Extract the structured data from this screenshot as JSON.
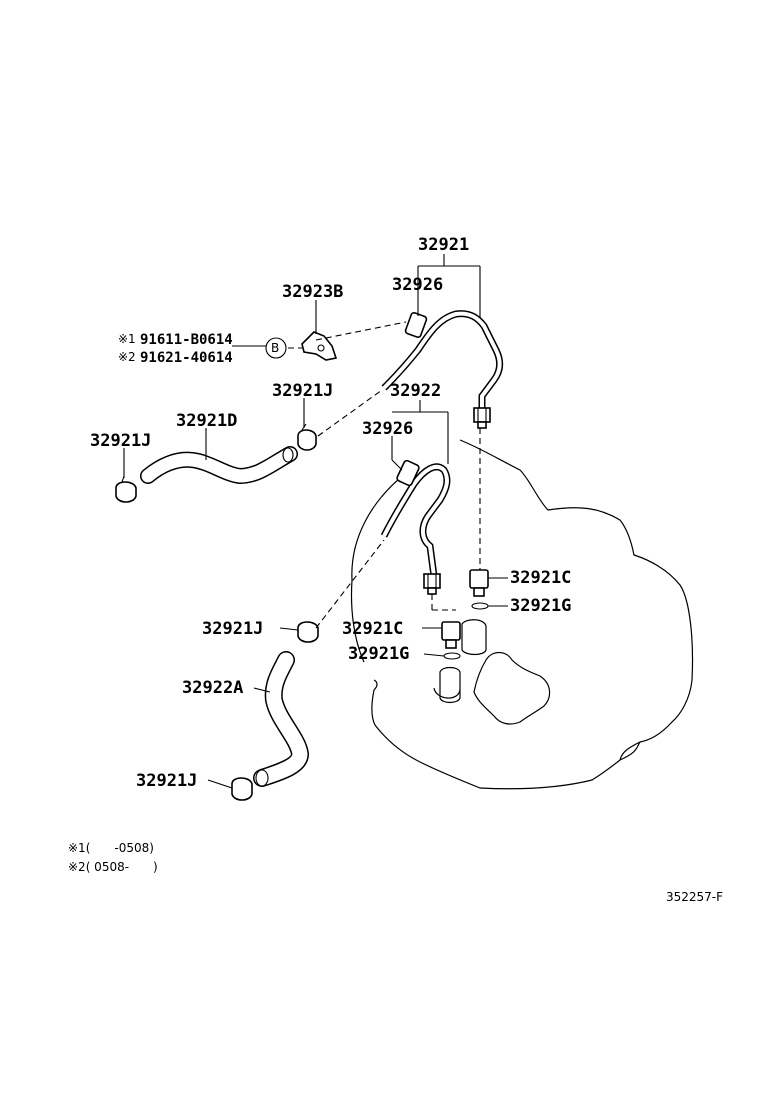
{
  "labels": {
    "p32921": "32921",
    "p32926_top": "32926",
    "p32923B": "32923B",
    "alt1_mark": "※1",
    "alt1_part": "91611-B0614",
    "alt2_mark": "※2",
    "alt2_part": "91621-40614",
    "callout_b": "B",
    "p32921J_a": "32921J",
    "p32922": "32922",
    "p32926_mid": "32926",
    "p32921D": "32921D",
    "p32921J_b": "32921J",
    "p32921C_right": "32921C",
    "p32921G_right": "32921G",
    "p32921J_c": "32921J",
    "p32921C_mid": "32921C",
    "p32921G_mid": "32921G",
    "p32922A": "32922A",
    "p32921J_d": "32921J"
  },
  "notes": {
    "note1": "※1(　　-0508)",
    "note2": "※2( 0508-　　)"
  },
  "footer": {
    "diagram_id": "352257-F"
  }
}
